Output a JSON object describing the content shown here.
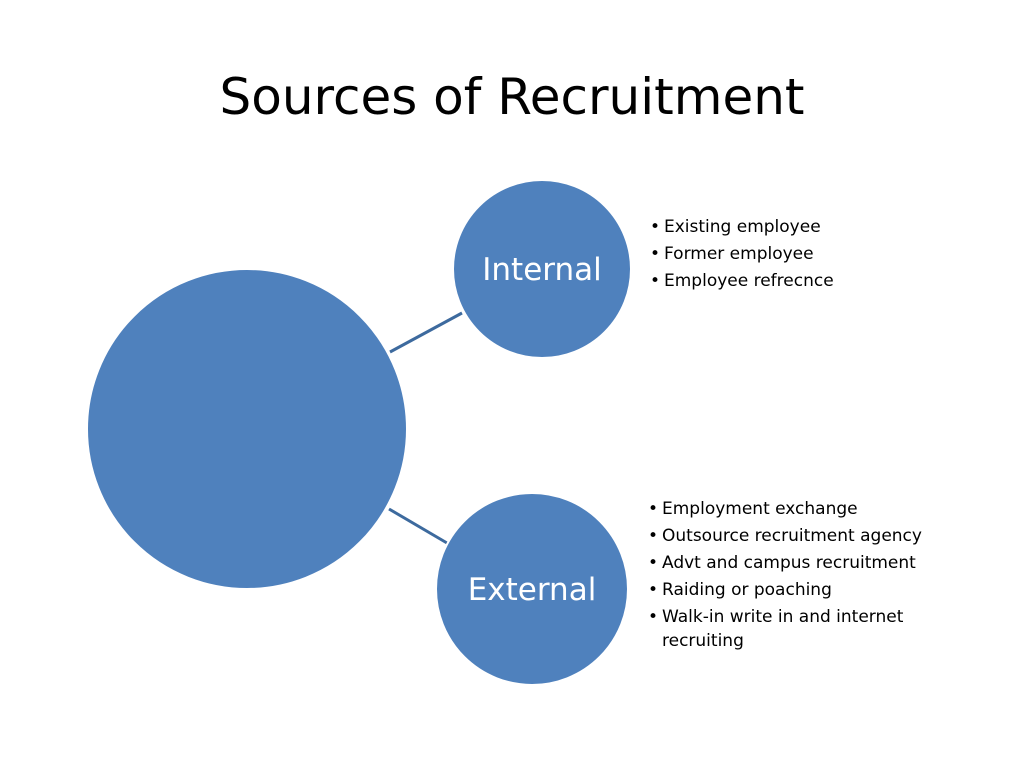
{
  "slide": {
    "title": "Sources of Recruitment"
  },
  "diagram": {
    "center_label": "",
    "nodes": [
      {
        "label": "Internal",
        "items": [
          "Existing employee",
          "Former employee",
          "Employee refrecnce"
        ]
      },
      {
        "label": "External",
        "items": [
          "Employment exchange",
          "Outsource recruitment agency",
          "Advt and campus recruitment",
          "Raiding or poaching",
          "Walk-in write in and internet recruiting"
        ]
      }
    ]
  },
  "colors": {
    "circle_fill": "#4f81bd",
    "circle_stroke": "#ffffff",
    "connector": "#3d6a9e",
    "title": "#000000"
  }
}
